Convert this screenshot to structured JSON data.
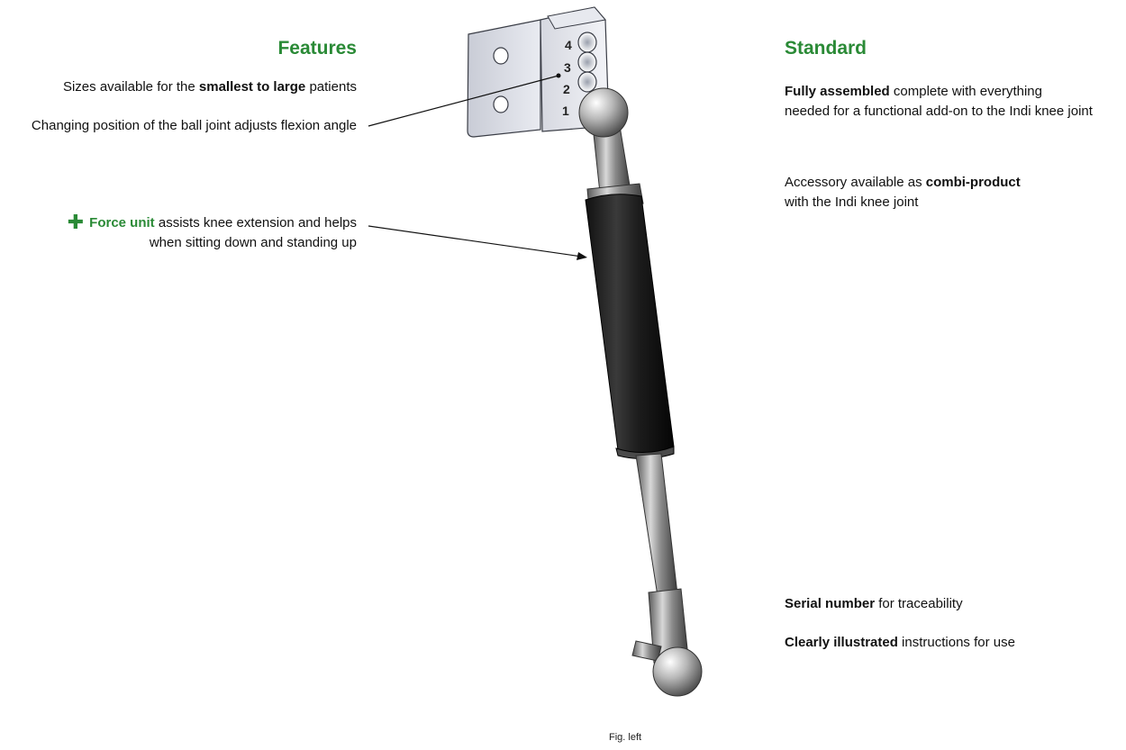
{
  "features": {
    "heading": "Features",
    "item1": {
      "pre": "Sizes available for the ",
      "bold": "smallest to large",
      "post": " patients"
    },
    "item2": "Changing position of the ball joint adjusts flexion angle",
    "item3": {
      "plus": "✚",
      "bold": "Force unit",
      "line1_rest": " assists knee extension and helps",
      "line2": "when sitting down and standing up"
    }
  },
  "standard": {
    "heading": "Standard",
    "item1": {
      "bold": "Fully assembled",
      "line1_rest": " complete with everything",
      "line2": "needed for a functional add-on to the Indi knee joint"
    },
    "item2": {
      "line1_pre": "Accessory available as ",
      "bold": "combi-product",
      "line2": "with the Indi knee joint"
    },
    "item3": {
      "bold": "Serial number",
      "rest": " for traceability"
    },
    "item4": {
      "bold": "Clearly illustrated",
      "rest": " instructions for use"
    }
  },
  "bracket": {
    "hole_numbers": [
      "4",
      "3",
      "2",
      "1"
    ]
  },
  "caption": "Fig. left"
}
